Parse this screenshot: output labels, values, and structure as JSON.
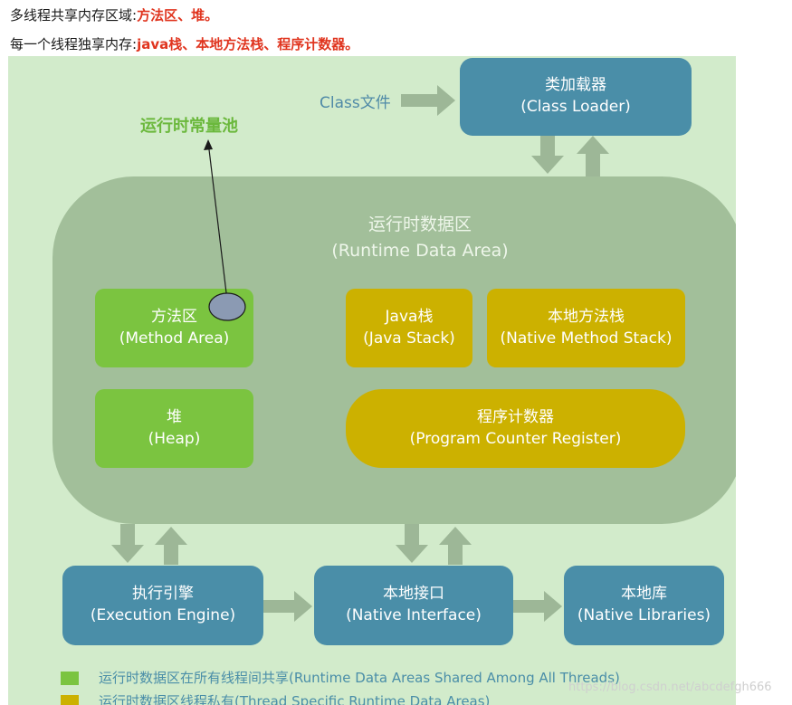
{
  "header": {
    "line1_prefix": "多线程共享内存区域:",
    "line1_highlight": "方法区、堆。",
    "line2_prefix": "每一个线程独享内存:",
    "line2_highlight": "java栈、本地方法栈、程序计数器。"
  },
  "diagram": {
    "class_file_label": "Class文件",
    "class_loader": {
      "cn": "类加载器",
      "en": "(Class Loader)"
    },
    "constant_pool_label": "运行时常量池",
    "runtime_area": {
      "cn": "运行时数据区",
      "en": "(Runtime Data Area)"
    },
    "method_area": {
      "cn": "方法区",
      "en": "(Method Area)"
    },
    "heap": {
      "cn": "堆",
      "en": "(Heap)"
    },
    "java_stack": {
      "cn": "Java栈",
      "en": "(Java Stack)"
    },
    "native_method_stack": {
      "cn": "本地方法栈",
      "en": "(Native Method Stack)"
    },
    "program_counter": {
      "cn": "程序计数器",
      "en": "(Program Counter Register)"
    },
    "execution_engine": {
      "cn": "执行引擎",
      "en": "(Execution Engine)"
    },
    "native_interface": {
      "cn": "本地接口",
      "en": "(Native Interface)"
    },
    "native_libraries": {
      "cn": "本地库",
      "en": "(Native Libraries)"
    }
  },
  "legend": [
    {
      "label": "运行时数据区在所有线程间共享(Runtime Data Areas Shared Among All Threads)",
      "color": "#7bc440"
    },
    {
      "label": "运行时数据区线程私有(Thread Specific Runtime Data Areas)",
      "color": "#ccb100"
    }
  ],
  "watermark": "https://blog.csdn.net/abcdefgh666",
  "colors": {
    "background": "#d2ebcb",
    "blue_box": "#4a8ea8",
    "shared_green": "#7bc440",
    "private_yellow": "#ccb100",
    "runtime_area": "#a2bf9a",
    "arrow": "#9db797",
    "highlight_red": "#e0351f"
  }
}
